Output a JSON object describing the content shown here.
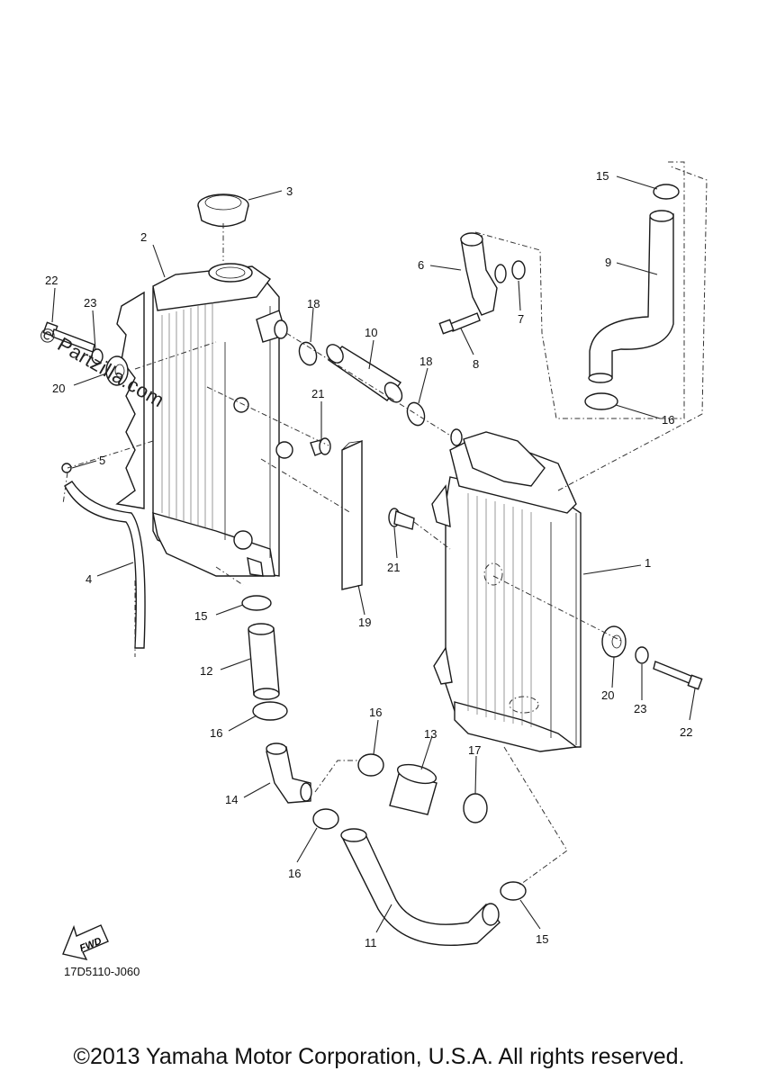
{
  "watermark": "© Partzilla.com",
  "diagram_code": "17D5110-J060",
  "copyright": "©2013 Yamaha Motor Corporation, U.S.A. All rights reserved.",
  "fwd_label": "FWD",
  "callouts": [
    {
      "id": "c3",
      "text": "3"
    },
    {
      "id": "c2",
      "text": "2"
    },
    {
      "id": "c22a",
      "text": "22"
    },
    {
      "id": "c23a",
      "text": "23"
    },
    {
      "id": "c20a",
      "text": "20"
    },
    {
      "id": "c5",
      "text": "5"
    },
    {
      "id": "c4",
      "text": "4"
    },
    {
      "id": "c18a",
      "text": "18"
    },
    {
      "id": "c10",
      "text": "10"
    },
    {
      "id": "c18b",
      "text": "18"
    },
    {
      "id": "c21a",
      "text": "21"
    },
    {
      "id": "c6",
      "text": "6"
    },
    {
      "id": "c7",
      "text": "7"
    },
    {
      "id": "c8",
      "text": "8"
    },
    {
      "id": "c15a",
      "text": "15"
    },
    {
      "id": "c9",
      "text": "9"
    },
    {
      "id": "c16a",
      "text": "16"
    },
    {
      "id": "c1",
      "text": "1"
    },
    {
      "id": "c21b",
      "text": "21"
    },
    {
      "id": "c19",
      "text": "19"
    },
    {
      "id": "c15b",
      "text": "15"
    },
    {
      "id": "c12",
      "text": "12"
    },
    {
      "id": "c16b",
      "text": "16"
    },
    {
      "id": "c20b",
      "text": "20"
    },
    {
      "id": "c23b",
      "text": "23"
    },
    {
      "id": "c22b",
      "text": "22"
    },
    {
      "id": "c16c",
      "text": "16"
    },
    {
      "id": "c13",
      "text": "13"
    },
    {
      "id": "c17",
      "text": "17"
    },
    {
      "id": "c14",
      "text": "14"
    },
    {
      "id": "c16d",
      "text": "16"
    },
    {
      "id": "c11",
      "text": "11"
    },
    {
      "id": "c15c",
      "text": "15"
    }
  ]
}
